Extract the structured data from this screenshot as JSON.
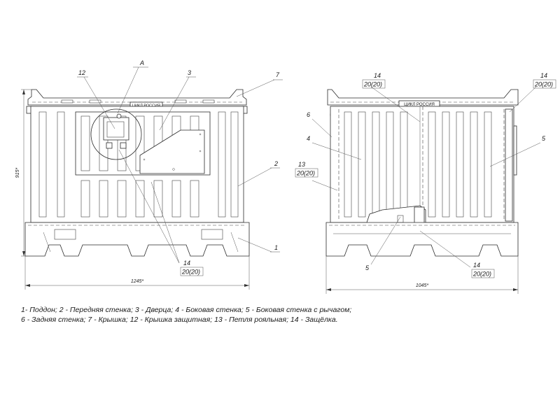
{
  "drawing": {
    "left_view": {
      "callout_detail": "A",
      "labels": {
        "l12": "12",
        "l3": "3",
        "l7": "7",
        "l2": "2",
        "l1": "1",
        "l14": "14"
      },
      "latch_ref": "20(20)",
      "brand_plate": "ЦИКЛ РОССИЯ",
      "height_dim": "915*",
      "width_dim": "1245*"
    },
    "right_view": {
      "labels": {
        "r14a": "14",
        "r14b": "14",
        "r6": "6",
        "r4": "4",
        "r13": "13",
        "r5a": "5",
        "r5b": "5",
        "r14c": "14"
      },
      "ref_14a": "20(20)",
      "ref_14b": "20(20)",
      "ref_13": "20(20)",
      "ref_14c": "20(20)",
      "brand_plate": "ЦИКЛ РОССИЯ",
      "width_dim": "1045*"
    }
  },
  "legend": {
    "line1": "1- Поддон; 2 - Передняя стенка; 3 - Дверца; 4 - Боковая стенка; 5 - Боковая стенка с рычагом;",
    "line2": "6 - Задняя стенка; 7 - Крышка; 12 - Крышка защитная; 13 - Петля рояльная; 14 - Защёлка."
  }
}
